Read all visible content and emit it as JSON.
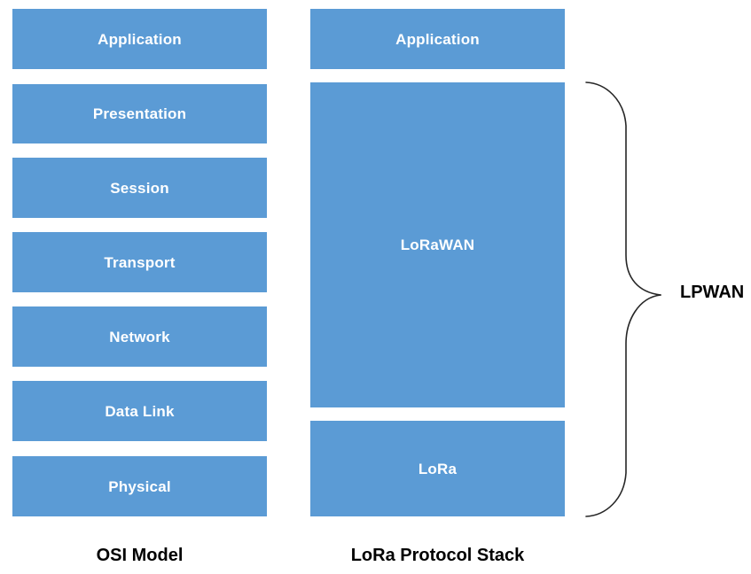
{
  "figure": {
    "background_color": "#ffffff",
    "box_color": "#5B9BD5",
    "box_text_color": "#ffffff",
    "label_text_color": "#000000",
    "brace_color": "#262626"
  },
  "columns": [
    {
      "id": "osi-model",
      "caption": "OSI Model",
      "layers": [
        {
          "label": "Application"
        },
        {
          "label": "Presentation"
        },
        {
          "label": "Session"
        },
        {
          "label": "Transport"
        },
        {
          "label": "Network"
        },
        {
          "label": "Data Link"
        },
        {
          "label": "Physical"
        }
      ]
    },
    {
      "id": "lora-protocol-stack",
      "caption": "LoRa Protocol Stack",
      "layers": [
        {
          "label": "Application"
        },
        {
          "label": "LoRaWAN"
        },
        {
          "label": "LoRa"
        }
      ]
    }
  ],
  "annotation": {
    "brace_label": "LPWAN",
    "brace_icon": "curly-brace-right-icon"
  }
}
